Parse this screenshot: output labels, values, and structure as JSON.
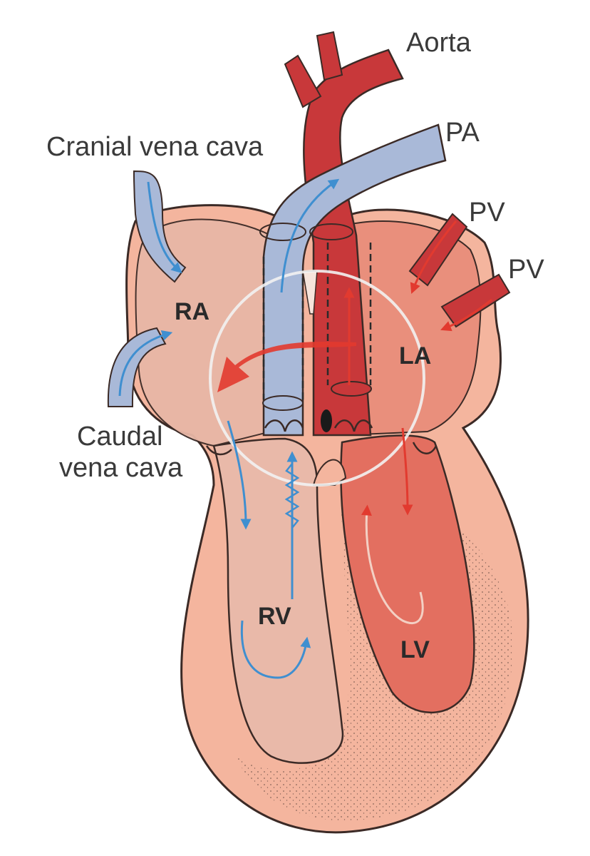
{
  "labels": {
    "aorta": "Aorta",
    "pa": "PA",
    "pv_upper": "PV",
    "pv_lower": "PV",
    "cranial_vena_cava": "Cranial vena cava",
    "caudal_line1": "Caudal",
    "caudal_line2": "vena cava",
    "ra": "RA",
    "la": "LA",
    "rv": "RV",
    "lv": "LV"
  },
  "colors": {
    "heart_outer": "#f4b59e",
    "heart_outline": "#3b2a26",
    "ra_fill": "#e8b7a6",
    "la_fill": "#e98f7c",
    "rv_fill": "#e9b9a9",
    "lv_fill": "#e36f60",
    "venous_blue": "#a9b9d8",
    "arterial_red": "#c8383a",
    "arrow_blue": "#3f8fd0",
    "arrow_red": "#e23a2f"
  },
  "icons": [
    "ductus-arrow-icon",
    "blood-flow-arrow-icon",
    "valve-icon",
    "circle-lens-icon"
  ]
}
